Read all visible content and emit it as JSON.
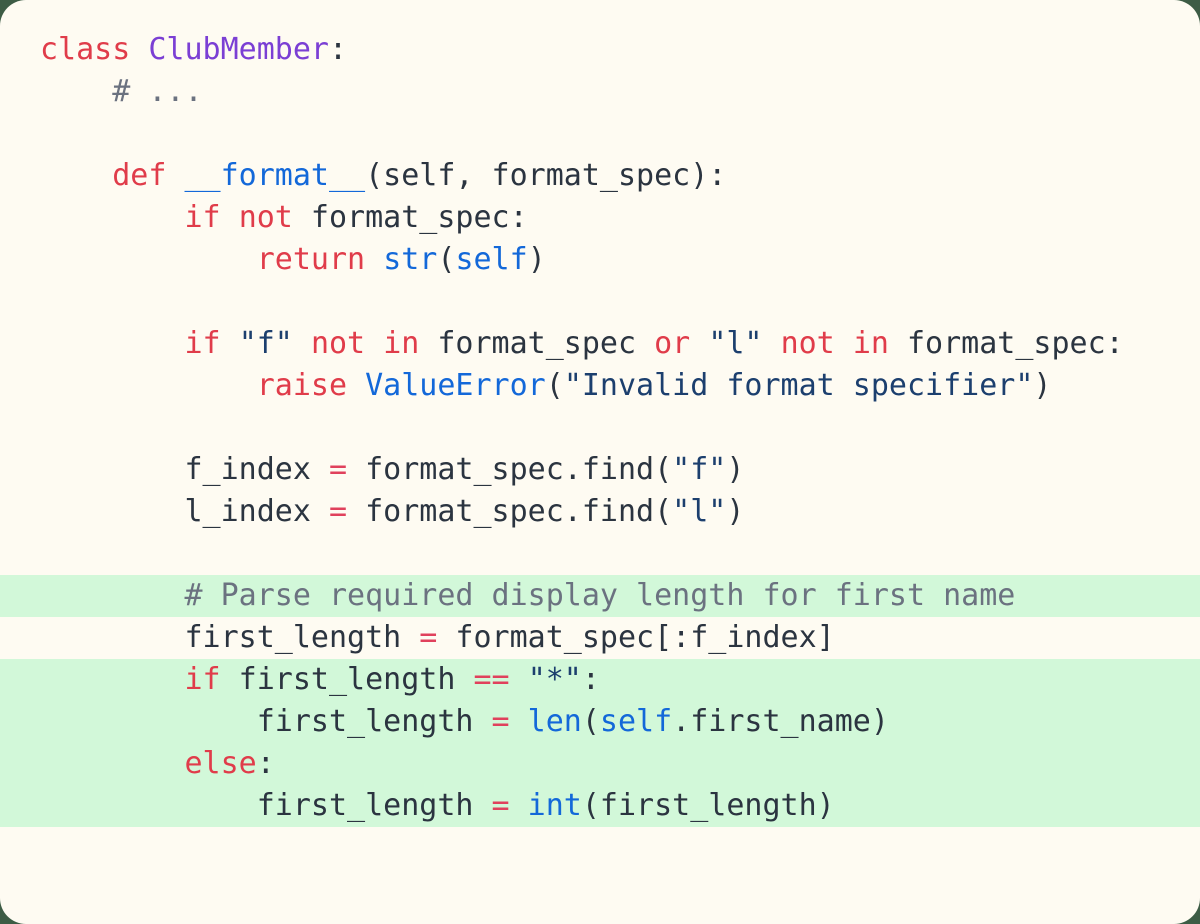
{
  "card": {
    "background_color": "#fefbf2",
    "page_background_color": "#3d5c45",
    "highlight_color": "#d2f8d9",
    "corner_radius": "26px"
  },
  "theme": {
    "keyword": "#e03c4a",
    "class_name": "#7b3fd4",
    "function": "#1368d9",
    "builtin": "#1368d9",
    "string": "#1c3f6e",
    "operator": "#e0415c",
    "comment": "#6b7280",
    "plain": "#2b3440"
  },
  "code": {
    "language": "python",
    "lines": [
      {
        "highlighted": false,
        "text": "class ClubMember:",
        "tokens": [
          {
            "t": "class",
            "c": "kw"
          },
          {
            "t": " ",
            "c": "plain"
          },
          {
            "t": "ClubMember",
            "c": "class"
          },
          {
            "t": ":",
            "c": "punc"
          }
        ]
      },
      {
        "highlighted": false,
        "text": "    # ...",
        "tokens": [
          {
            "t": "    ",
            "c": "plain"
          },
          {
            "t": "# ...",
            "c": "comment"
          }
        ]
      },
      {
        "highlighted": false,
        "text": "",
        "tokens": []
      },
      {
        "highlighted": false,
        "text": "    def __format__(self, format_spec):",
        "tokens": [
          {
            "t": "    ",
            "c": "plain"
          },
          {
            "t": "def",
            "c": "kw"
          },
          {
            "t": " ",
            "c": "plain"
          },
          {
            "t": "__format__",
            "c": "fn"
          },
          {
            "t": "(self, format_spec):",
            "c": "plain"
          }
        ]
      },
      {
        "highlighted": false,
        "text": "        if not format_spec:",
        "tokens": [
          {
            "t": "        ",
            "c": "plain"
          },
          {
            "t": "if",
            "c": "kw"
          },
          {
            "t": " ",
            "c": "plain"
          },
          {
            "t": "not",
            "c": "kw"
          },
          {
            "t": " format_spec:",
            "c": "plain"
          }
        ]
      },
      {
        "highlighted": false,
        "text": "            return str(self)",
        "tokens": [
          {
            "t": "            ",
            "c": "plain"
          },
          {
            "t": "return",
            "c": "kw"
          },
          {
            "t": " ",
            "c": "plain"
          },
          {
            "t": "str",
            "c": "builtin"
          },
          {
            "t": "(",
            "c": "punc"
          },
          {
            "t": "self",
            "c": "self"
          },
          {
            "t": ")",
            "c": "punc"
          }
        ]
      },
      {
        "highlighted": false,
        "text": "",
        "tokens": []
      },
      {
        "highlighted": false,
        "text": "        if \"f\" not in format_spec or \"l\" not in format_spec:",
        "tokens": [
          {
            "t": "        ",
            "c": "plain"
          },
          {
            "t": "if",
            "c": "kw"
          },
          {
            "t": " ",
            "c": "plain"
          },
          {
            "t": "\"f\"",
            "c": "str"
          },
          {
            "t": " ",
            "c": "plain"
          },
          {
            "t": "not",
            "c": "kw"
          },
          {
            "t": " ",
            "c": "plain"
          },
          {
            "t": "in",
            "c": "kw"
          },
          {
            "t": " format_spec ",
            "c": "plain"
          },
          {
            "t": "or",
            "c": "kw"
          },
          {
            "t": " ",
            "c": "plain"
          },
          {
            "t": "\"l\"",
            "c": "str"
          },
          {
            "t": " ",
            "c": "plain"
          },
          {
            "t": "not",
            "c": "kw"
          },
          {
            "t": " ",
            "c": "plain"
          },
          {
            "t": "in",
            "c": "kw"
          },
          {
            "t": " format_spec:",
            "c": "plain"
          }
        ]
      },
      {
        "highlighted": false,
        "text": "            raise ValueError(\"Invalid format specifier\")",
        "tokens": [
          {
            "t": "            ",
            "c": "plain"
          },
          {
            "t": "raise",
            "c": "kw"
          },
          {
            "t": " ",
            "c": "plain"
          },
          {
            "t": "ValueError",
            "c": "builtin"
          },
          {
            "t": "(",
            "c": "punc"
          },
          {
            "t": "\"Invalid format specifier\"",
            "c": "str"
          },
          {
            "t": ")",
            "c": "punc"
          }
        ]
      },
      {
        "highlighted": false,
        "text": "",
        "tokens": []
      },
      {
        "highlighted": false,
        "text": "        f_index = format_spec.find(\"f\")",
        "tokens": [
          {
            "t": "        f_index ",
            "c": "plain"
          },
          {
            "t": "=",
            "c": "op"
          },
          {
            "t": " format_spec.find(",
            "c": "plain"
          },
          {
            "t": "\"f\"",
            "c": "str"
          },
          {
            "t": ")",
            "c": "punc"
          }
        ]
      },
      {
        "highlighted": false,
        "text": "        l_index = format_spec.find(\"l\")",
        "tokens": [
          {
            "t": "        l_index ",
            "c": "plain"
          },
          {
            "t": "=",
            "c": "op"
          },
          {
            "t": " format_spec.find(",
            "c": "plain"
          },
          {
            "t": "\"l\"",
            "c": "str"
          },
          {
            "t": ")",
            "c": "punc"
          }
        ]
      },
      {
        "highlighted": false,
        "text": "",
        "tokens": []
      },
      {
        "highlighted": true,
        "text": "        # Parse required display length for first name",
        "tokens": [
          {
            "t": "        ",
            "c": "plain"
          },
          {
            "t": "# Parse required display length for first name",
            "c": "comment"
          }
        ]
      },
      {
        "highlighted": false,
        "text": "        first_length = format_spec[:f_index]",
        "tokens": [
          {
            "t": "        first_length ",
            "c": "plain"
          },
          {
            "t": "=",
            "c": "op"
          },
          {
            "t": " format_spec[:f_index]",
            "c": "plain"
          }
        ]
      },
      {
        "highlighted": true,
        "text": "        if first_length == \"*\":",
        "tokens": [
          {
            "t": "        ",
            "c": "plain"
          },
          {
            "t": "if",
            "c": "kw"
          },
          {
            "t": " first_length ",
            "c": "plain"
          },
          {
            "t": "==",
            "c": "op"
          },
          {
            "t": " ",
            "c": "plain"
          },
          {
            "t": "\"*\"",
            "c": "str"
          },
          {
            "t": ":",
            "c": "punc"
          }
        ]
      },
      {
        "highlighted": true,
        "text": "            first_length = len(self.first_name)",
        "tokens": [
          {
            "t": "            first_length ",
            "c": "plain"
          },
          {
            "t": "=",
            "c": "op"
          },
          {
            "t": " ",
            "c": "plain"
          },
          {
            "t": "len",
            "c": "builtin"
          },
          {
            "t": "(",
            "c": "punc"
          },
          {
            "t": "self",
            "c": "self"
          },
          {
            "t": ".first_name)",
            "c": "plain"
          }
        ]
      },
      {
        "highlighted": true,
        "text": "        else:",
        "tokens": [
          {
            "t": "        ",
            "c": "plain"
          },
          {
            "t": "else",
            "c": "kw"
          },
          {
            "t": ":",
            "c": "punc"
          }
        ]
      },
      {
        "highlighted": true,
        "text": "            first_length = int(first_length)",
        "tokens": [
          {
            "t": "            first_length ",
            "c": "plain"
          },
          {
            "t": "=",
            "c": "op"
          },
          {
            "t": " ",
            "c": "plain"
          },
          {
            "t": "int",
            "c": "builtin"
          },
          {
            "t": "(",
            "c": "punc"
          },
          {
            "t": "first_length)",
            "c": "plain"
          }
        ]
      }
    ]
  }
}
